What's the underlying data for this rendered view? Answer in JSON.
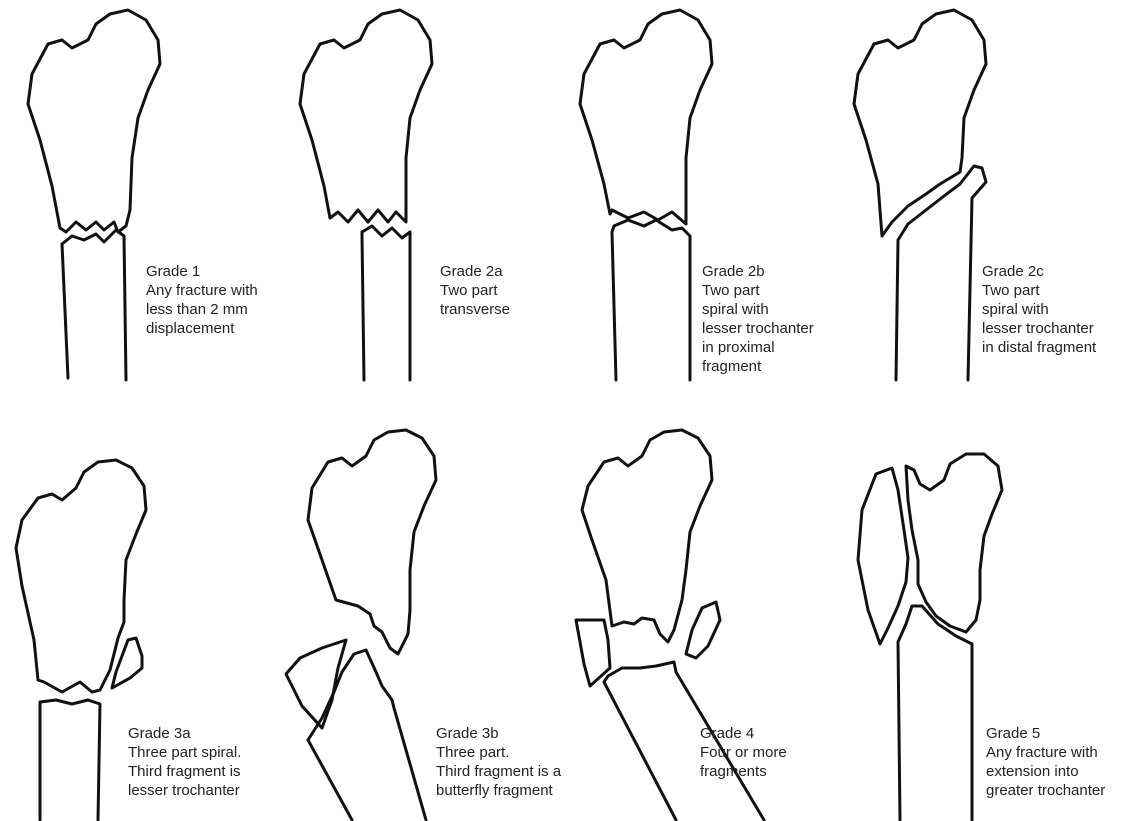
{
  "colors": {
    "stroke": "#111111",
    "text": "#222222",
    "background": "#ffffff"
  },
  "grades": [
    {
      "id": "grade-1",
      "lines": [
        "Grade 1",
        "Any fracture with",
        "less than 2 mm",
        "displacement"
      ]
    },
    {
      "id": "grade-2a",
      "lines": [
        "Grade 2a",
        "Two part",
        "transverse"
      ]
    },
    {
      "id": "grade-2b",
      "lines": [
        "Grade 2b",
        "Two part",
        "spiral with",
        "lesser trochanter",
        "in proximal",
        "fragment"
      ]
    },
    {
      "id": "grade-2c",
      "lines": [
        "Grade 2c",
        "Two part",
        "spiral with",
        "lesser trochanter",
        "in distal fragment"
      ]
    },
    {
      "id": "grade-3a",
      "lines": [
        "Grade 3a",
        "Three part spiral.",
        "Third fragment is",
        "lesser trochanter"
      ]
    },
    {
      "id": "grade-3b",
      "lines": [
        "Grade 3b",
        "Three part.",
        "Third fragment is a",
        "butterfly fragment"
      ]
    },
    {
      "id": "grade-4",
      "lines": [
        "Grade 4",
        "Four or more",
        "fragments"
      ]
    },
    {
      "id": "grade-5",
      "lines": [
        "Grade 5",
        "Any fracture with",
        "extension into",
        "greater trochanter"
      ]
    }
  ]
}
